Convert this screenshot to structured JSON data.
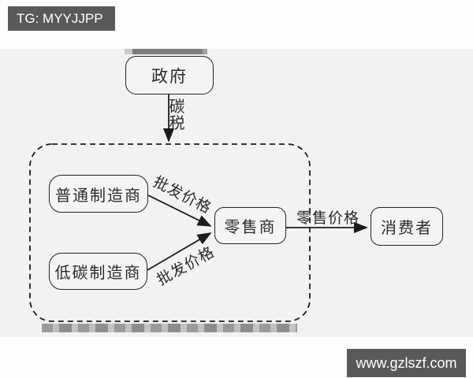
{
  "watermarks": {
    "top_left": "TG: MYYJJPP",
    "bottom_right": "www.gzlszf.com"
  },
  "diagram": {
    "nodes": {
      "government": {
        "label": "政府"
      },
      "ordinary_manufacturer": {
        "label": "普通制造商"
      },
      "low_carbon_manufacturer": {
        "label": "低碳制造商"
      },
      "retailer": {
        "label": "零售商"
      },
      "consumer": {
        "label": "消费者"
      }
    },
    "edges": {
      "carbon_tax": {
        "label": "碳税",
        "from": "government",
        "to": "supply-chain-boundary"
      },
      "wholesale_top": {
        "label": "批发价格",
        "from": "ordinary_manufacturer",
        "to": "retailer"
      },
      "wholesale_bottom": {
        "label": "批发价格",
        "from": "low_carbon_manufacturer",
        "to": "retailer"
      },
      "retail_price": {
        "label": "零售价格",
        "from": "retailer",
        "to": "consumer"
      }
    }
  },
  "colors": {
    "watermark_bg": "#595959",
    "watermark_text": "#ffffff",
    "canvas_bg": "#f2f2f3",
    "node_fill": "#f4f4f5",
    "line": "#1c1c1c",
    "text": "#2b2b2b"
  }
}
